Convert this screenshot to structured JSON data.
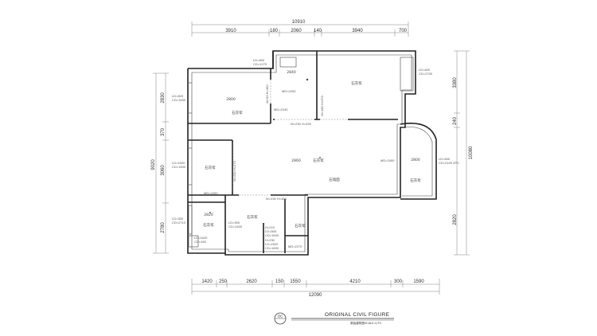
{
  "title": "ORIGINAL CIVIL FIGURE",
  "subtitle_cn": "原始建筑图",
  "scale": "SCALE:1/70",
  "badge": "OC",
  "top_total": "10910",
  "top_segments": [
    "3910",
    "180",
    "2060",
    "140",
    "3940",
    "700"
  ],
  "bottom_total": "12090",
  "bottom_segments": [
    "1420",
    "250",
    "2620",
    "150",
    "1550",
    "4210",
    "300",
    "1590"
  ],
  "left_segments": [
    "2830",
    "370",
    "3060",
    "2780"
  ],
  "left_total": "9020",
  "right_segments": [
    "3380",
    "240",
    "2820"
  ],
  "right_total": "10080",
  "room_labels": {
    "bedroom_ceiling": "2800",
    "bedroom_wall": "石灰浆",
    "bath_top_ceiling": "2840",
    "top_right_wall": "石灰浆",
    "living_ceiling": "2860",
    "living_wall": "石灰浆",
    "living_core": "石墙面",
    "balcony_ceiling": "2800",
    "balcony_wall": "石灰浆",
    "left_mid_wall": "石灰浆",
    "bottom_left_ceiling": "2820",
    "bottom_left_wall": "石灰浆",
    "kitchen_wall": "石灰浆",
    "bottom_right_wall": "石灰浆"
  },
  "annotations": {
    "win_top_left": [
      "LD=800",
      "CD=1270"
    ],
    "win_left_upper": [
      "LD=820",
      "CD=1500"
    ],
    "win_left_mid": [
      "LD=1620",
      "CD=1500"
    ],
    "win_left_lower": [
      "LD=300",
      "CD=2710"
    ],
    "win_bottom_left": [
      "LD=1620",
      "CD=160"
    ],
    "win_right_top": [
      "LD=820",
      "CD=2700"
    ],
    "win_balcony": [
      "LD=500",
      "CD=2100 2PC"
    ],
    "win_kitchen": [
      "LD=900",
      "CD=1400"
    ],
    "md_top": "MD=2200",
    "md_mid": "MD=2240",
    "md_left": "MD=2200",
    "md_right": "MD=2400",
    "md_bottom": "MD=2270",
    "beam_v1": "W=50 H=450",
    "beam_v2": "W=180 H=470",
    "beam_h1": "W=230 H=430",
    "beam_v3": "W=250 H=270",
    "beam_h2": "W=230 H=480",
    "kitchen_notes": [
      "H=210",
      "LD=500",
      "CD=1600",
      "H=230",
      "LD=1620",
      "CD=1600"
    ]
  }
}
